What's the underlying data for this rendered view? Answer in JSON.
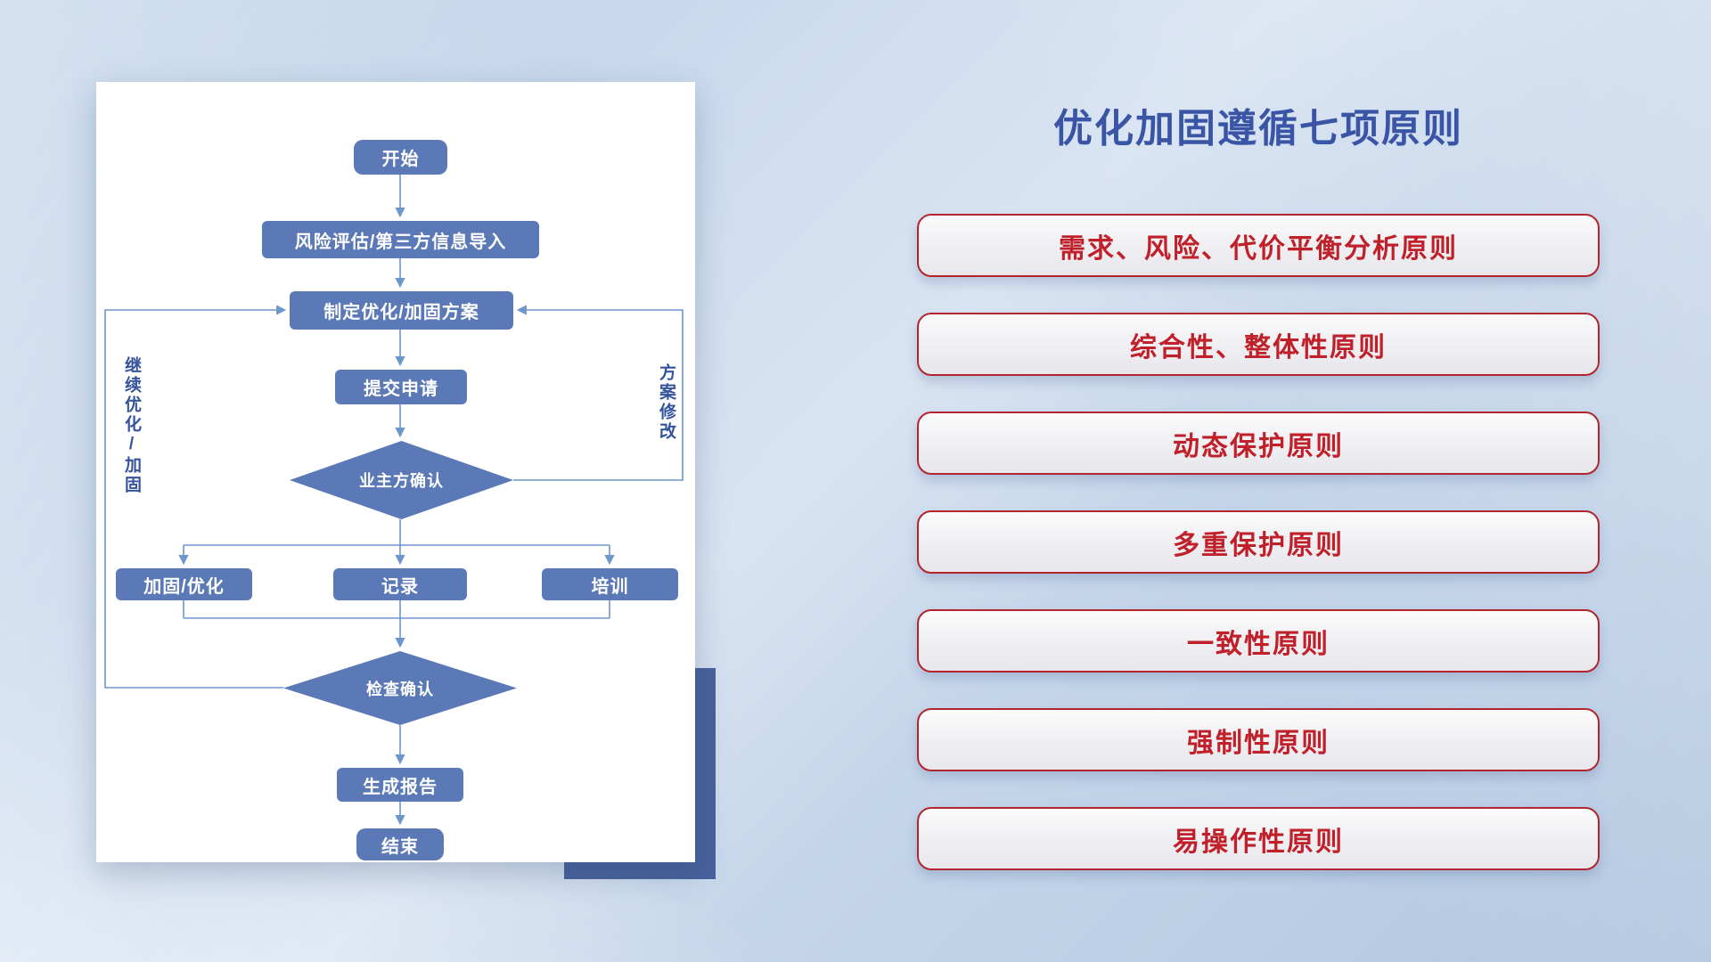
{
  "flowchart": {
    "nodes": {
      "start": "开始",
      "risk_import": "风险评估/第三方信息导入",
      "make_plan": "制定优化/加固方案",
      "submit": "提交申请",
      "owner_confirm": "业主方确认",
      "harden_optimize": "加固/优化",
      "record": "记录",
      "train": "培训",
      "check_confirm": "检查确认",
      "report": "生成报告",
      "end": "结束"
    },
    "side_labels": {
      "continue_optimize": "继续优化/加固",
      "plan_modify": "方案修改"
    },
    "colors": {
      "node_fill": "#5b79b7",
      "line": "#6d96cc"
    }
  },
  "principles": {
    "title": "优化加固遵循七项原则",
    "items": [
      {
        "label": "需求、风险、代价平衡分析原则"
      },
      {
        "label": "综合性、整体性原则"
      },
      {
        "label": "动态保护原则"
      },
      {
        "label": "多重保护原则"
      },
      {
        "label": "一致性原则"
      },
      {
        "label": "强制性原则"
      },
      {
        "label": "易操作性原则"
      }
    ],
    "colors": {
      "border": "#b2252e",
      "text": "#c0202a",
      "title": "#3a55a5"
    }
  }
}
